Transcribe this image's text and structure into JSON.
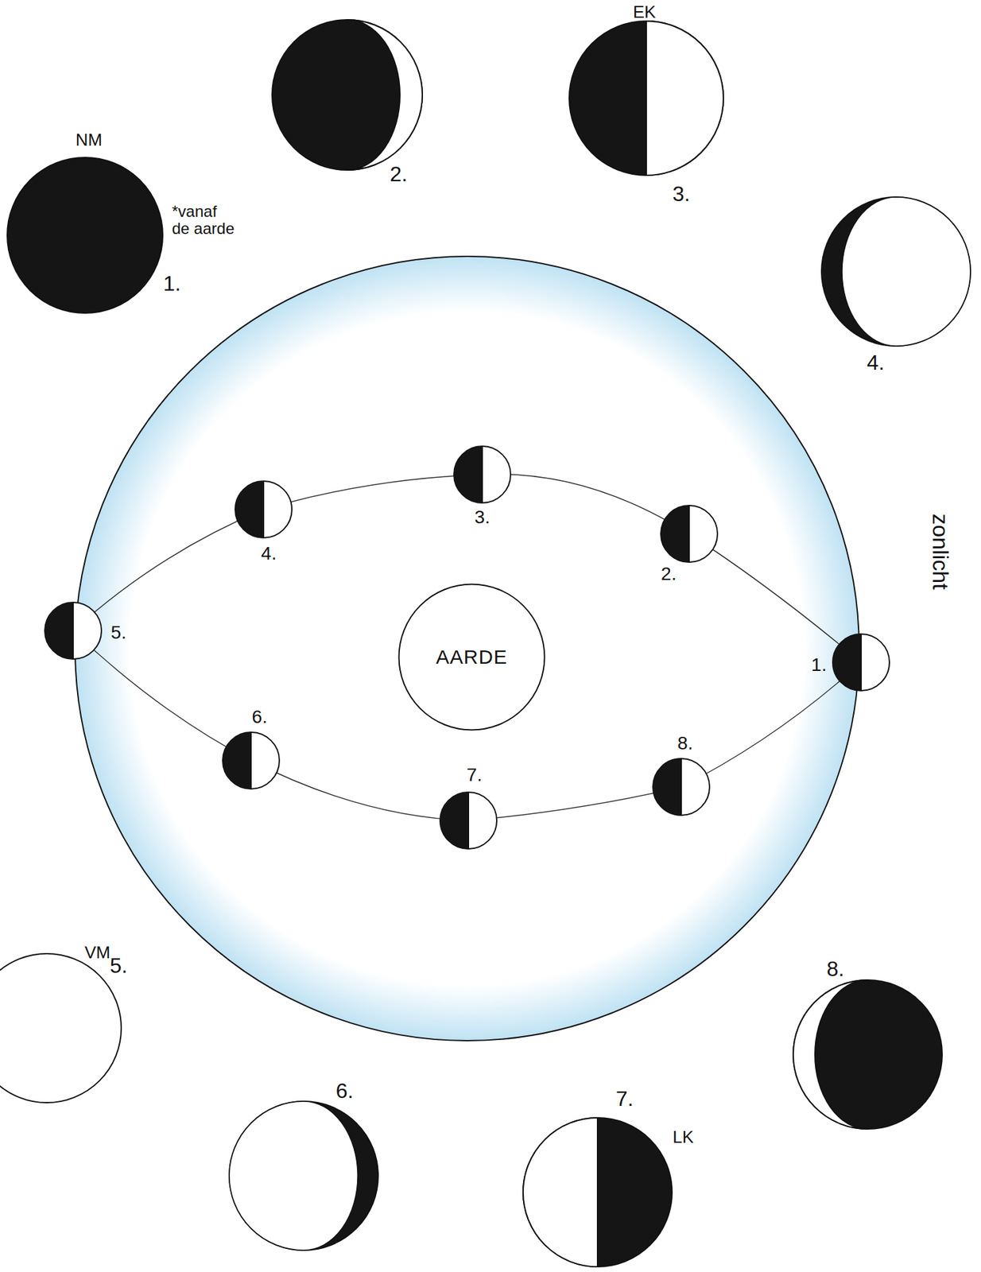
{
  "diagram": {
    "nodes": [
      {
        "text": [
          "AARDE"
        ]
      }
    ],
    "labels": [
      "EK",
      "NM",
      "2.",
      "3.",
      "*vanaf de aarde",
      "1.",
      "4.",
      "3.",
      "4.",
      "2.",
      "zonlicht",
      "5.",
      "1.",
      "6.",
      "8.",
      "7.",
      "VM",
      "5.",
      "8.",
      "6.",
      "7.",
      "LK"
    ]
  }
}
